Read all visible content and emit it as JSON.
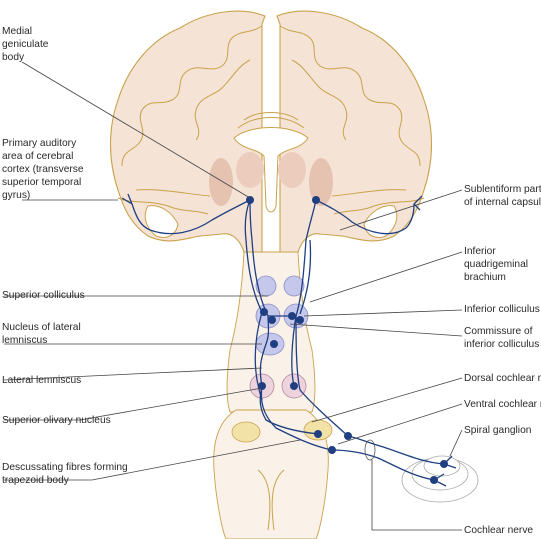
{
  "labels": {
    "medial_geniculate_body": [
      "Medial",
      "geniculate",
      "body"
    ],
    "primary_auditory_area": [
      "Primary auditory",
      "area of cerebral",
      "cortex (transverse",
      "superior temporal",
      "gyrus)"
    ],
    "sublentiform_part": [
      "Sublentiform part",
      "of internal capsule"
    ],
    "inferior_quadrigeminal_brachium": [
      "Inferior",
      "quadrigeminal",
      "brachium"
    ],
    "superior_colliculus": [
      "Superior colliculus"
    ],
    "inferior_colliculus": [
      "Inferior colliculus"
    ],
    "nucleus_of_lateral_lemniscus": [
      "Nucleus of lateral",
      "lemniscus"
    ],
    "commissure_of_inferior_colliculus": [
      "Commissure of",
      "inferior colliculus"
    ],
    "lateral_lemniscus": [
      "Lateral lemniscus"
    ],
    "dorsal_cochlear_nucleus": [
      "Dorsal cochlear nucleus"
    ],
    "ventral_cochlear_nucleus": [
      "Ventral cochlear nucleus"
    ],
    "superior_olivary_nucleus": [
      "Superior olivary nucleus"
    ],
    "spiral_ganglion": [
      "Spiral ganglion"
    ],
    "decussating_fibres": [
      "Descussating fibres forming",
      "trapezoid body"
    ],
    "cochlear_nerve": [
      "Cochlear nerve"
    ]
  },
  "colors": {
    "tissue": "#f5e3d6",
    "outline": "#c9a24a",
    "pathway": "#1f3f82",
    "colliculus_nucleus": "#c5c8ea",
    "olivary_nucleus": "#ecd3dc"
  }
}
